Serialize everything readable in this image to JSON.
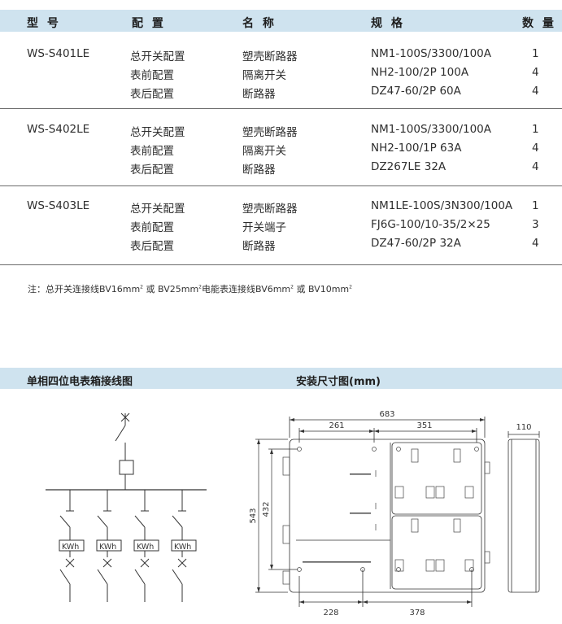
{
  "table": {
    "headers": {
      "model": "型 号",
      "config": "配 置",
      "name": "名 称",
      "spec": "规 格",
      "qty": "数 量"
    },
    "groups": [
      {
        "model": "WS-S401LE",
        "rows": [
          {
            "config": "总开关配置",
            "name": "塑壳断路器",
            "spec": "NM1-100S/3300/100A",
            "qty": "1"
          },
          {
            "config": "表前配置",
            "name": "隔离开关",
            "spec": "NH2-100/2P 100A",
            "qty": "4"
          },
          {
            "config": "表后配置",
            "name": "断路器",
            "spec": "DZ47-60/2P 60A",
            "qty": "4"
          }
        ]
      },
      {
        "model": "WS-S402LE",
        "rows": [
          {
            "config": "总开关配置",
            "name": "塑壳断路器",
            "spec": "NM1-100S/3300/100A",
            "qty": "1"
          },
          {
            "config": "表前配置",
            "name": "隔离开关",
            "spec": "NH2-100/1P 63A",
            "qty": "4"
          },
          {
            "config": "表后配置",
            "name": "断路器",
            "spec": "DZ267LE 32A",
            "qty": "4"
          }
        ]
      },
      {
        "model": "WS-S403LE",
        "rows": [
          {
            "config": "总开关配置",
            "name": "塑壳断路器",
            "spec": "NM1LE-100S/3N300/100A",
            "qty": "1"
          },
          {
            "config": "表前配置",
            "name": "开关端子",
            "spec": "FJ6G-100/10-35/2×25",
            "qty": "3"
          },
          {
            "config": "表后配置",
            "name": "断路器",
            "spec": "DZ47-60/2P 32A",
            "qty": "4"
          }
        ]
      }
    ]
  },
  "note": {
    "p1": "注：总开关连接线BV16mm",
    "s1": "2",
    "p2": " 或 BV25mm",
    "s2": "2",
    "p3": "电能表连接线BV6mm",
    "s3": "2",
    "p4": " 或 BV10mm",
    "s4": "2"
  },
  "sections": {
    "wiring_title": "单相四位电表箱接线图",
    "dims_title": "安装尺寸图(mm)"
  },
  "wiring": {
    "meter_labels": [
      "KWh",
      "KWh",
      "KWh",
      "KWh"
    ]
  },
  "dims": {
    "total_width": "683",
    "left_width": "261",
    "right_width": "351",
    "side_depth": "110",
    "total_height": "543",
    "inner_height": "432",
    "bottom_left": "228",
    "bottom_right": "378"
  }
}
